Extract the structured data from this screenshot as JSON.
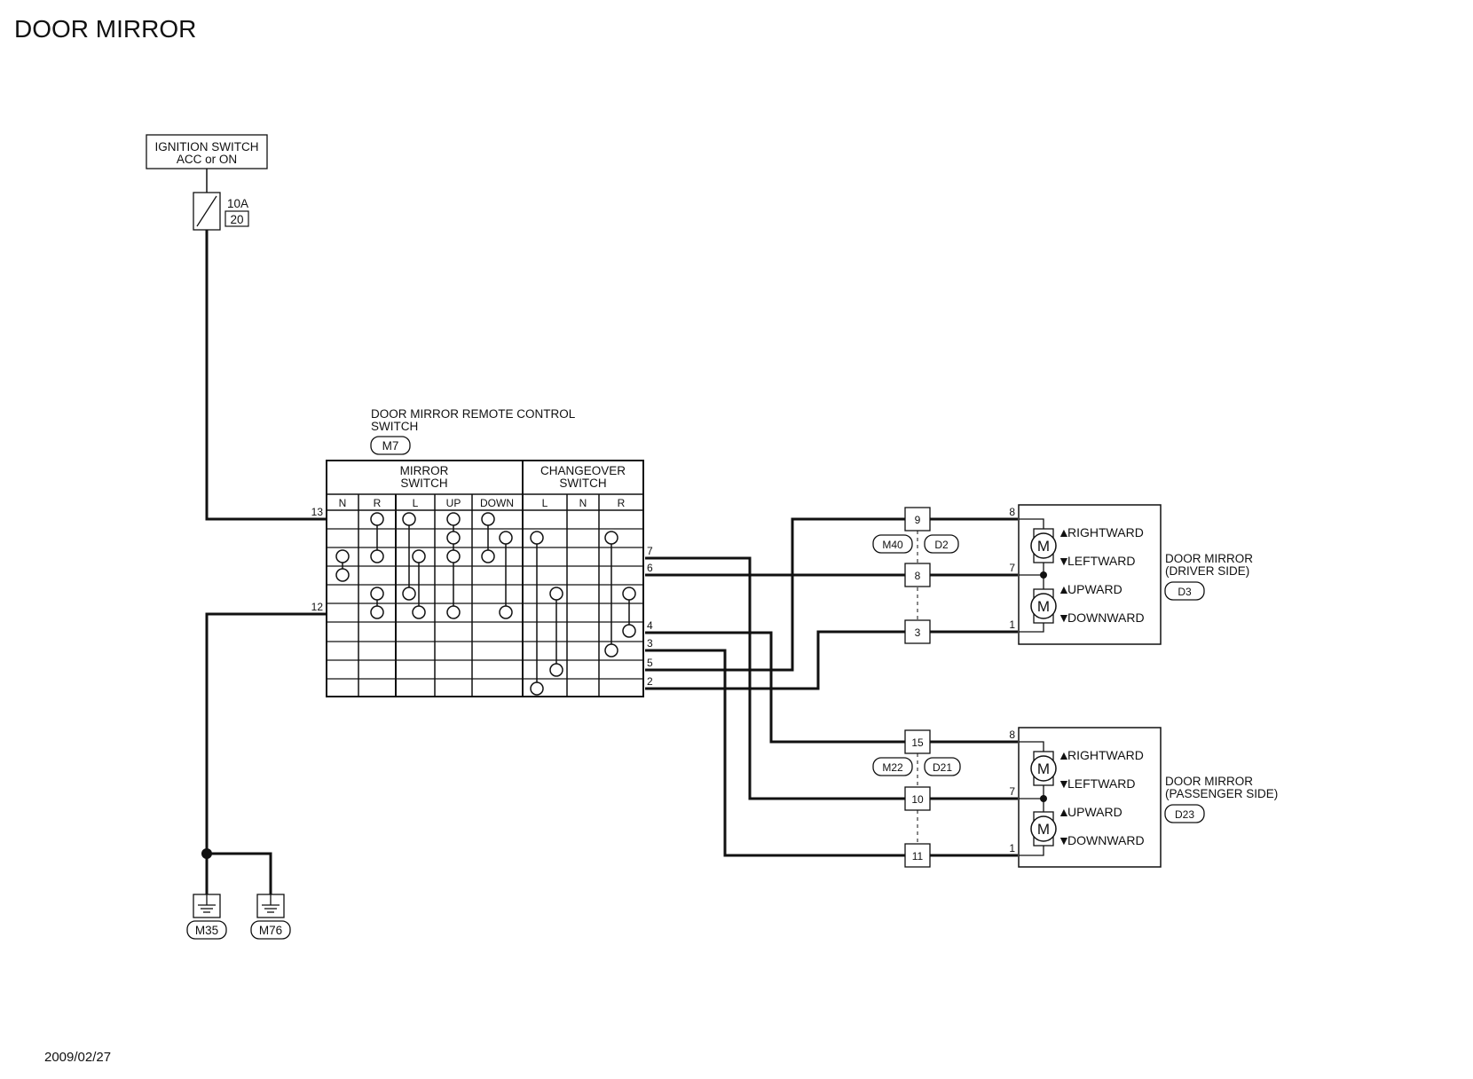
{
  "title": "DOOR MIRROR",
  "date": "2009/02/27",
  "ignition": {
    "line1": "IGNITION SWITCH",
    "line2": "ACC or ON"
  },
  "fuse": {
    "rating": "10A",
    "number": "20"
  },
  "remote_switch": {
    "name_line1": "DOOR MIRROR REMOTE CONTROL",
    "name_line2": "SWITCH",
    "connector": "M7",
    "mirror_header": [
      "MIRROR",
      "SWITCH"
    ],
    "changeover_header": [
      "CHANGEOVER",
      "SWITCH"
    ],
    "columns": [
      "N",
      "R",
      "L",
      "UP",
      "DOWN",
      "L",
      "N",
      "R"
    ],
    "pin_power": "13",
    "pin_ground": "12",
    "pins_out": [
      "7",
      "6",
      "4",
      "3",
      "5",
      "2"
    ]
  },
  "joint_connectors": {
    "upper": {
      "a": "M40",
      "b": "D2",
      "pins": [
        "9",
        "8",
        "3"
      ]
    },
    "lower": {
      "a": "M22",
      "b": "D21",
      "pins": [
        "15",
        "10",
        "11"
      ]
    }
  },
  "driver_mirror": {
    "line1": "DOOR MIRROR",
    "line2": "(DRIVER SIDE)",
    "connector": "D3",
    "pins": [
      "8",
      "7",
      "1"
    ],
    "motor": "M",
    "labels": [
      "RIGHTWARD",
      "LEFTWARD",
      "UPWARD",
      "DOWNWARD"
    ]
  },
  "passenger_mirror": {
    "line1": "DOOR MIRROR",
    "line2": "(PASSENGER SIDE)",
    "connector": "D23",
    "pins": [
      "8",
      "7",
      "1"
    ],
    "motor": "M",
    "labels": [
      "RIGHTWARD",
      "LEFTWARD",
      "UPWARD",
      "DOWNWARD"
    ]
  },
  "grounds": [
    "M35",
    "M76"
  ]
}
